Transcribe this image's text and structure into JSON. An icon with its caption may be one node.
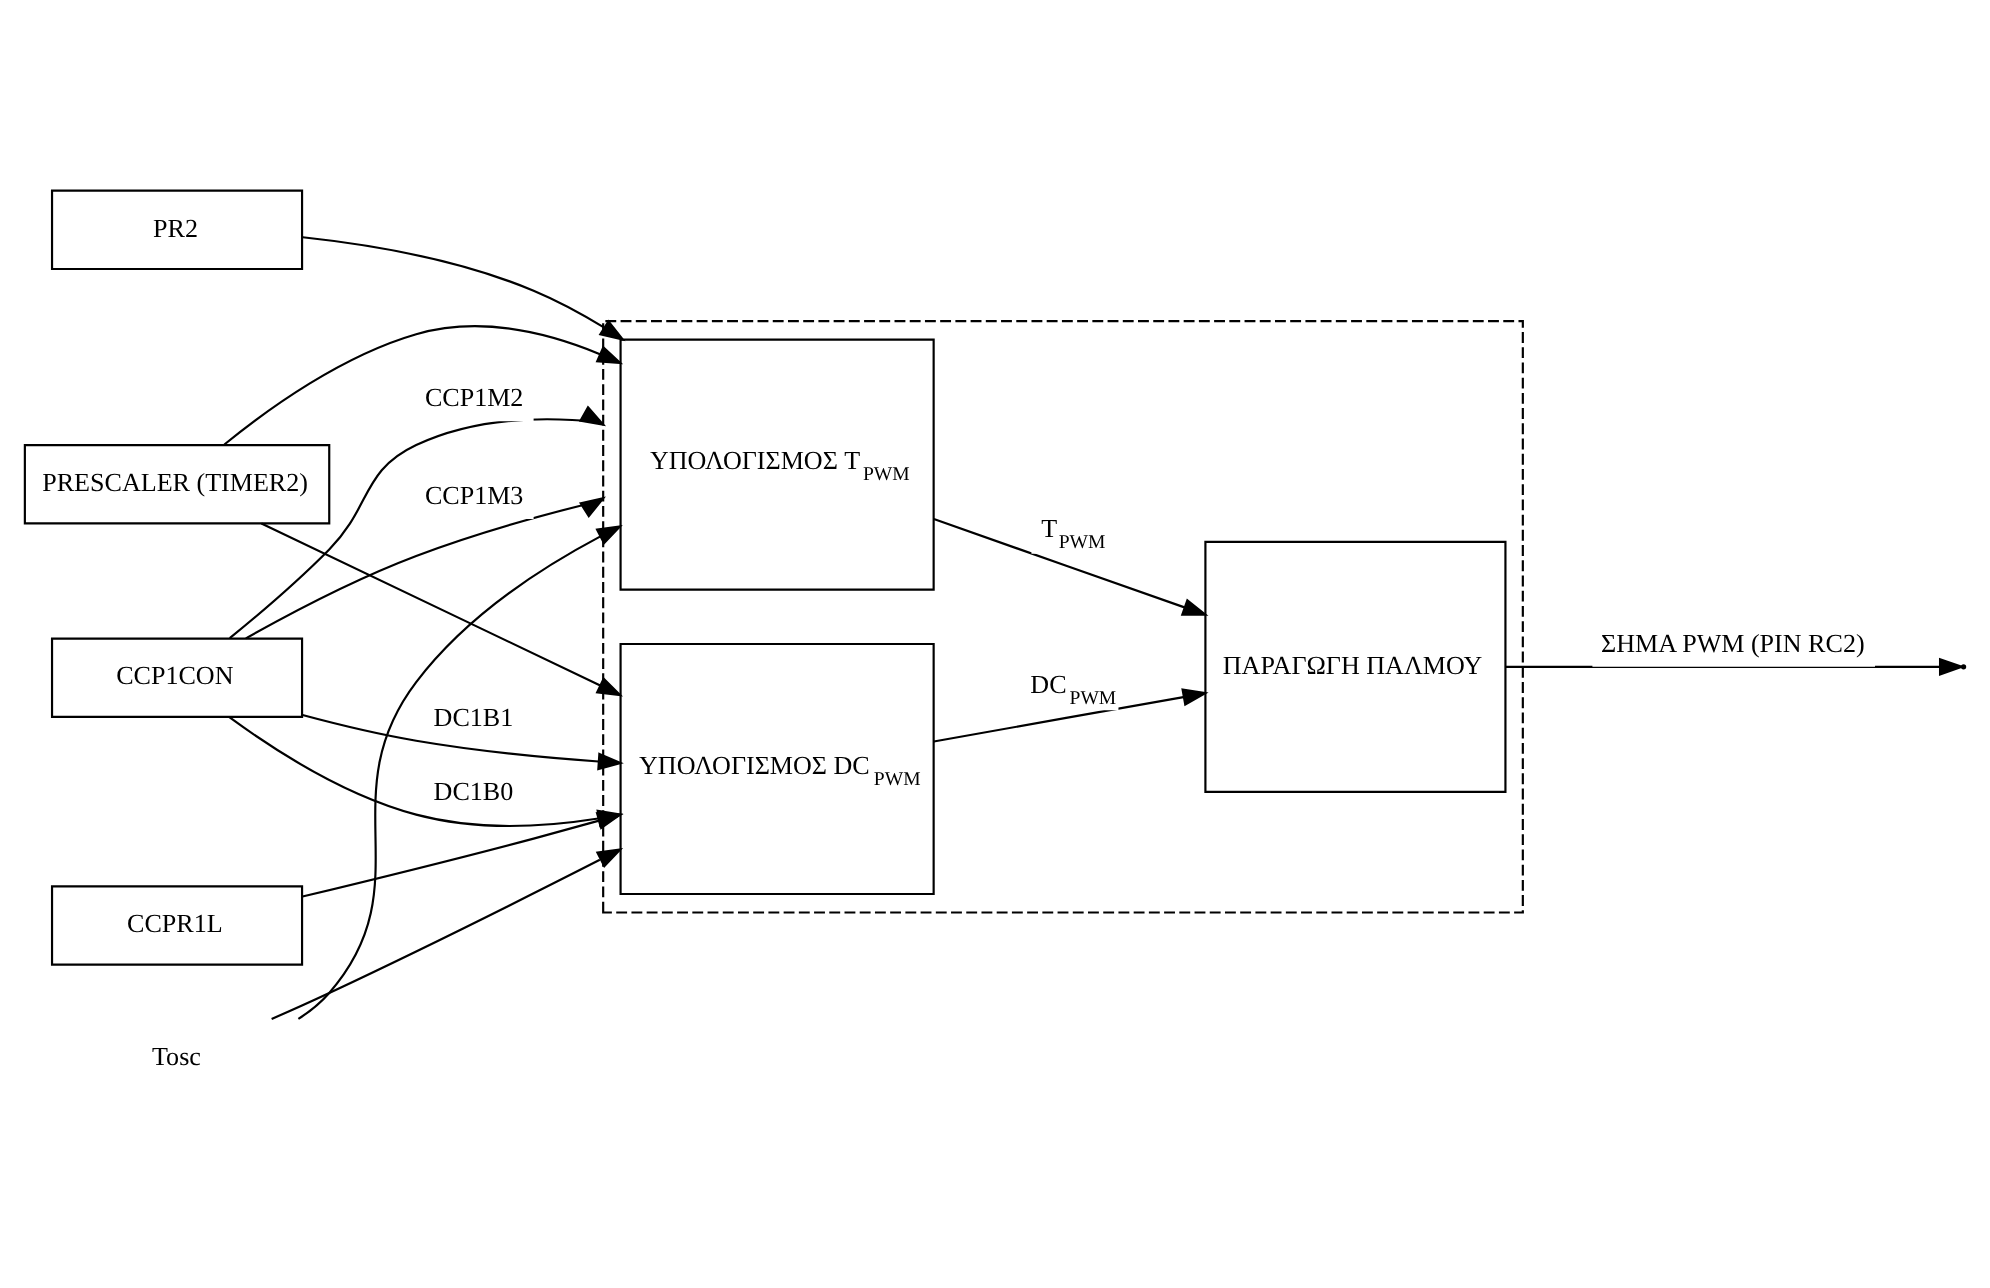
{
  "diagram": {
    "nodes": [
      {
        "text": [
          "PR2"
        ]
      },
      {
        "text": [
          "PRESCALER (TIMER2)"
        ]
      },
      {
        "text": [
          "Tosc"
        ]
      },
      {
        "text": [
          "CCPR1L"
        ]
      },
      {
        "text": [
          "CCP1CON"
        ]
      },
      {
        "text": [],
        "shape": "box"
      },
      {
        "text": [
          "ΥΠΟΛΟΓΙΣΜΟΣ T$_{PWM}$"
        ],
        "in": 5
      },
      {
        "text": [
          "ΥΠΟΛΟΓΙΣΜΟΣ DC$_{PWM}$"
        ],
        "in": 5
      },
      {
        "text": [
          "ΠΑΡΑΓΩΓΗ ΠΑΛΜΟΥ"
        ],
        "in": 5
      }
    ],
    "edges": [
      {
        "from": 0,
        "to": 6,
        "arrow": "to"
      },
      {
        "from": 1,
        "to": 6,
        "arrow": "to"
      },
      {
        "from": 2,
        "to": 6,
        "arrow": "to"
      },
      {
        "from": 2,
        "to": 7,
        "arrow": "to"
      },
      {
        "from": 1,
        "to": 7,
        "arrow": "to"
      },
      {
        "from": 3,
        "to": 7,
        "arrow": "to"
      },
      {
        "from": 4,
        "to": 7,
        "label": "DC1B1",
        "arrow": "to"
      },
      {
        "from": 4,
        "to": 7,
        "label": "DC1B0",
        "arrow": "to"
      },
      {
        "from": 6,
        "to": 8,
        "label": "T$_{PWM}$",
        "arrow": "to"
      },
      {
        "from": 7,
        "to": 8,
        "label": "DC$_{PWM}$",
        "arrow": "to"
      },
      {
        "from": 8,
        "to": null,
        "label": "ΣΗΜΑ PWM (PIN RC2)",
        "arrow": "to"
      },
      {
        "from": 4,
        "to": 5,
        "label": "CCP1M2",
        "arrow": "to"
      },
      {
        "from": 4,
        "to": 5,
        "label": "CCP1M3",
        "arrow": "to"
      }
    ]
  }
}
